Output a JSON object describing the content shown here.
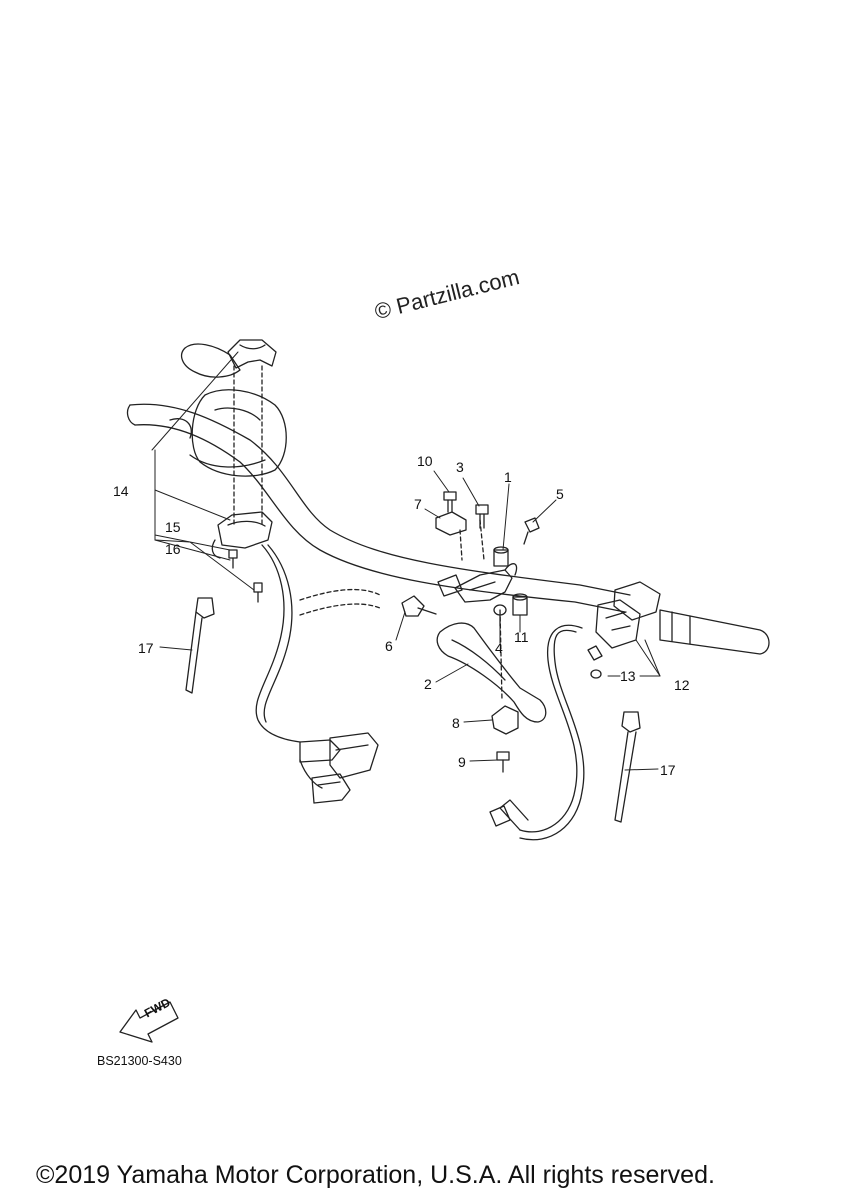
{
  "watermark": "© Partzilla.com",
  "diagram_code": "BS21300-S430",
  "fwd_label": "FWD",
  "copyright": "©2019 Yamaha Motor Corporation, U.S.A. All rights reserved.",
  "callouts": {
    "c1": "1",
    "c2": "2",
    "c3": "3",
    "c4": "4",
    "c5": "5",
    "c6": "6",
    "c7": "7",
    "c8": "8",
    "c9": "9",
    "c10": "10",
    "c11": "11",
    "c12": "12",
    "c13": "13",
    "c14": "14",
    "c15": "15",
    "c16": "16",
    "c17a": "17",
    "c17b": "17"
  }
}
